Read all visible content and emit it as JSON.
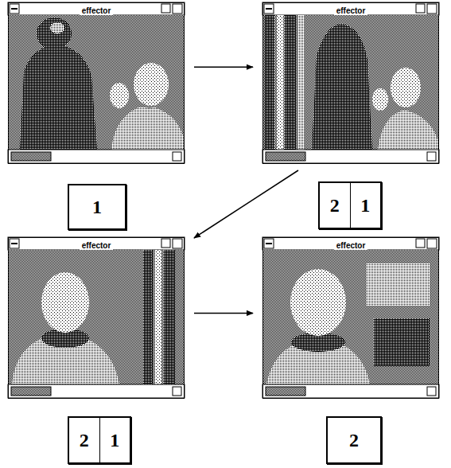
{
  "diagram": {
    "nodes": [
      {
        "text": [
          "effector"
        ]
      },
      {
        "text": [
          "effector"
        ]
      },
      {
        "text": [
          "1"
        ]
      },
      {
        "text": [
          "2",
          "1"
        ]
      },
      {
        "text": [
          "effector"
        ]
      },
      {
        "text": [
          "effector"
        ]
      },
      {
        "text": [
          "2",
          "1"
        ]
      },
      {
        "text": [
          "2"
        ]
      }
    ],
    "edges": [
      {
        "from": 0,
        "to": 1,
        "arrow": "to"
      },
      {
        "from": 1,
        "to": 4,
        "arrow": "to"
      },
      {
        "from": 4,
        "to": 5,
        "arrow": "to"
      }
    ]
  }
}
